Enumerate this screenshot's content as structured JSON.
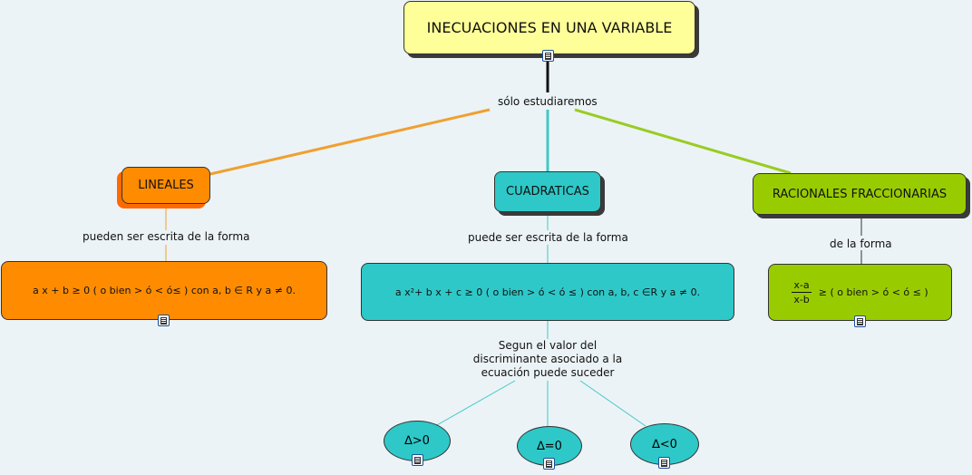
{
  "title": "INECUACIONES EN UNA VARIABLE",
  "links": {
    "root": "sólo estudiaremos",
    "lineales": "pueden ser escrita de la forma",
    "cuadraticas": "puede ser escrita de la forma",
    "racionales": "de la forma",
    "discriminante_l1": "Segun el valor del",
    "discriminante_l2": "discriminante asociado a la",
    "discriminante_l3": "ecuación puede suceder"
  },
  "nodes": {
    "lineales": "LINEALES",
    "cuadraticas": "CUADRATICAS",
    "racionales": "RACIONALES FRACCIONARIAS"
  },
  "forms": {
    "lineal": "a x + b ≥ 0 ( o bien > ó < ó≤ )   con a, b ∈ R   y  a ≠ 0.",
    "cuadratica": "a x²+ b x + c ≥ 0    ( o bien > ó < ó ≤ ) con a, b, c ∈R  y  a ≠ 0.",
    "racional_num": "x-a",
    "racional_den": "x-b",
    "racional_rest": "≥ ( o bien > ó < ó ≤  )"
  },
  "cases": [
    "∆>0",
    "∆=0",
    "∆<0"
  ],
  "colors": {
    "title": "#ffff99",
    "lineales": "#ff8c00",
    "cuadraticas": "#2ec8c8",
    "racionales": "#99cc00",
    "line_orange": "#f0a030",
    "line_cyan": "#40c8c8",
    "line_green": "#99cc22"
  }
}
